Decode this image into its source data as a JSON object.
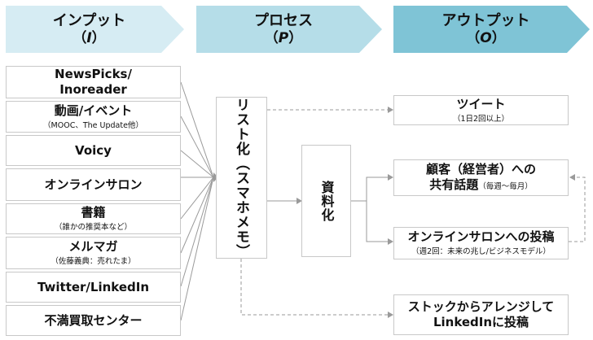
{
  "headers": [
    {
      "title": "インプット",
      "paren_open": "（",
      "letter": "I",
      "paren_close": "）",
      "color": "#d6ecf3"
    },
    {
      "title": "プロセス",
      "paren_open": "（",
      "letter": "P",
      "paren_close": "）",
      "color": "#b5dde8"
    },
    {
      "title": "アウトプット",
      "paren_open": "（",
      "letter": "O",
      "paren_close": "）",
      "color": "#7fc4d6"
    }
  ],
  "inputs": [
    {
      "main": "NewsPicks/\nInoreader",
      "sub": ""
    },
    {
      "main": "動画/イベント",
      "sub": "（MOOC、The Update他）"
    },
    {
      "main": "Voicy",
      "sub": ""
    },
    {
      "main": "オンラインサロン",
      "sub": ""
    },
    {
      "main": "書籍",
      "sub": "（誰かの推奨本など）"
    },
    {
      "main": "メルマガ",
      "sub": "（佐藤義典：売れたま）"
    },
    {
      "main": "Twitter/LinkedIn",
      "sub": ""
    },
    {
      "main": "不満買取センター",
      "sub": ""
    }
  ],
  "process": {
    "list_label": "リスト化（スマホメモ）",
    "doc_label": "資料化"
  },
  "outputs": {
    "tweet": {
      "main": "ツイート",
      "sub": "（1日2回以上）"
    },
    "topic": {
      "line1": "顧客（経営者）への",
      "line2": "共有話題",
      "inline": "（毎週～毎月）"
    },
    "salon": {
      "main": "オンラインサロンへの投稿",
      "sub": "（週2回：未来の兆し/ビジネスモデル）"
    },
    "linkedin": {
      "line1": "ストックからアレンジして",
      "line2": "LinkedInに投稿"
    }
  }
}
